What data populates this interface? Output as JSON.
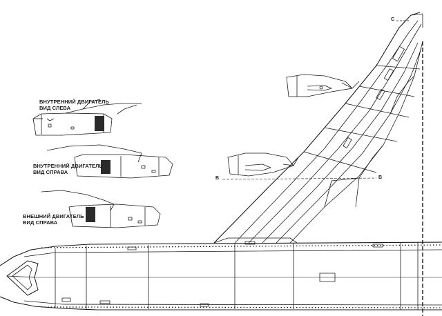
{
  "labels": {
    "engine_inner_left_line1": "ВНУТРЕННИЙ ДВИГАТЕЛЬ",
    "engine_inner_left_line2": "ВИД СЛЕВА",
    "engine_inner_right_line1": "ВНУТРЕННИЙ ДВИГАТЕЛЬ",
    "engine_inner_right_line2": "ВИД СПРАВА",
    "engine_outer_right_line1": "ВНЕШНИЙ ДВИГАТЕЛЬ",
    "engine_outer_right_line2": "ВИД СПРАВА"
  },
  "section_marks": {
    "c": "C",
    "b_left": "B",
    "b_right": "B"
  },
  "colors": {
    "ink": "#1a1a1a",
    "paper": "#ffffff",
    "hatch": "#2a2a2a"
  }
}
